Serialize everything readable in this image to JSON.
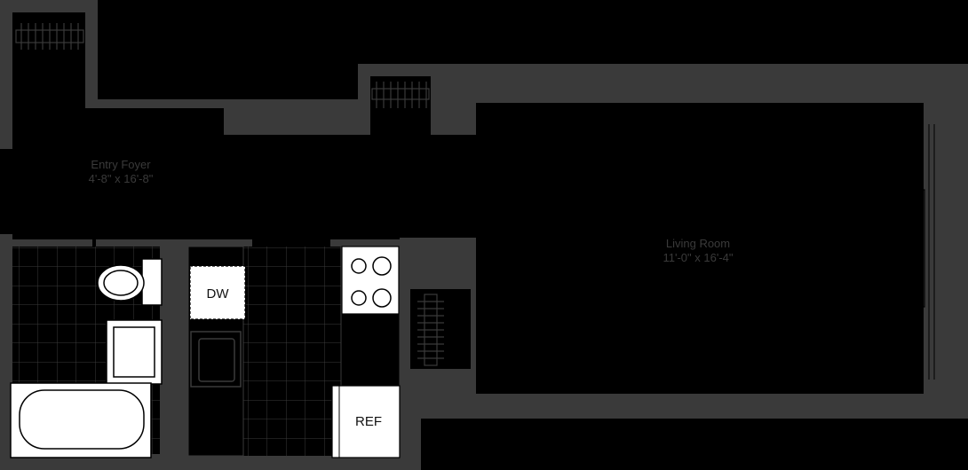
{
  "rooms": {
    "entry_foyer": {
      "name": "Entry Foyer",
      "dimensions": "4'-8\" x 16'-8\""
    },
    "living_room": {
      "name": "Living Room",
      "dimensions": "11'-0\" x 16'-4\""
    }
  },
  "fixtures": {
    "dishwasher": "DW",
    "refrigerator": "REF"
  },
  "colors": {
    "background": "#000000",
    "wall": "#3a3a3a",
    "fixture": "#ffffff",
    "tile_grid": "#3a3a3a",
    "label": "#3a3a3a"
  }
}
